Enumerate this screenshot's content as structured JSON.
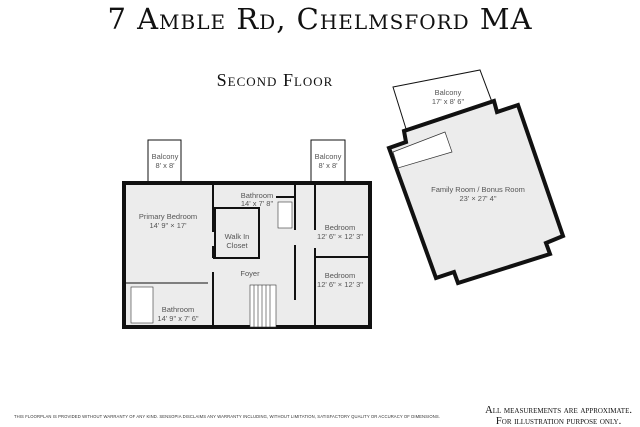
{
  "title": "7 Amble Rd, Chelmsford MA",
  "floor": "Second Floor",
  "rooms": {
    "balcony_left": {
      "name": "Balcony",
      "dims": "8' x 8'"
    },
    "balcony_mid": {
      "name": "Balcony",
      "dims": "8' x 8'"
    },
    "primary_bedroom": {
      "name": "Primary Bedroom",
      "dims": "14' 9\" × 17'"
    },
    "bathroom_top": {
      "name": "Bathroom",
      "dims": "14' x 7' 8\""
    },
    "walk_in_closet": {
      "name1": "Walk In",
      "name2": "Closet"
    },
    "bedroom_1": {
      "name": "Bedroom",
      "dims": "12' 6\" × 12' 3\""
    },
    "bedroom_2": {
      "name": "Bedroom",
      "dims": "12' 6\" × 12' 3\""
    },
    "foyer": {
      "name": "Foyer"
    },
    "bathroom_bottom": {
      "name": "Bathroom",
      "dims": "14' 9\" x 7' 6\""
    },
    "balcony_right": {
      "name": "Balcony",
      "dims": "17' x 8' 6\""
    },
    "family_room": {
      "name": "Family Room / Bonus Room",
      "dims": "23' × 27' 4\""
    }
  },
  "disclaimer": "THIS FLOORPLAN IS PROVIDED WITHOUT WARRANTY OF ANY KIND. SENSOPIA DISCLAIMS ANY WARRANTY INCLUDING, WITHOUT LIMITATION, SATISFACTORY QUALITY OR ACCURACY OF DIMENSIONS.",
  "note_line1": "All measurements are approximate.",
  "note_line2": "For illustration purpose only."
}
